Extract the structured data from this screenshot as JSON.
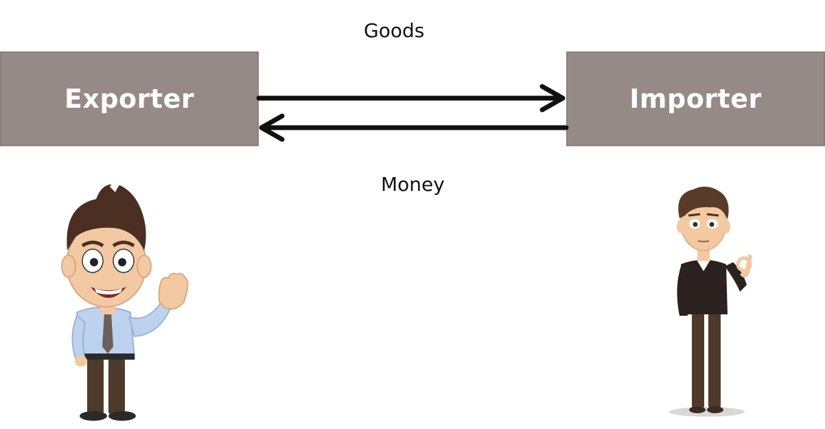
{
  "exporter": {
    "label": "Exporter"
  },
  "importer": {
    "label": "Importer"
  },
  "flows": {
    "goods": "Goods",
    "money": "Money"
  },
  "colors": {
    "box_fill": "#968a86",
    "arrow": "#111111",
    "box_text": "#ffffff"
  }
}
